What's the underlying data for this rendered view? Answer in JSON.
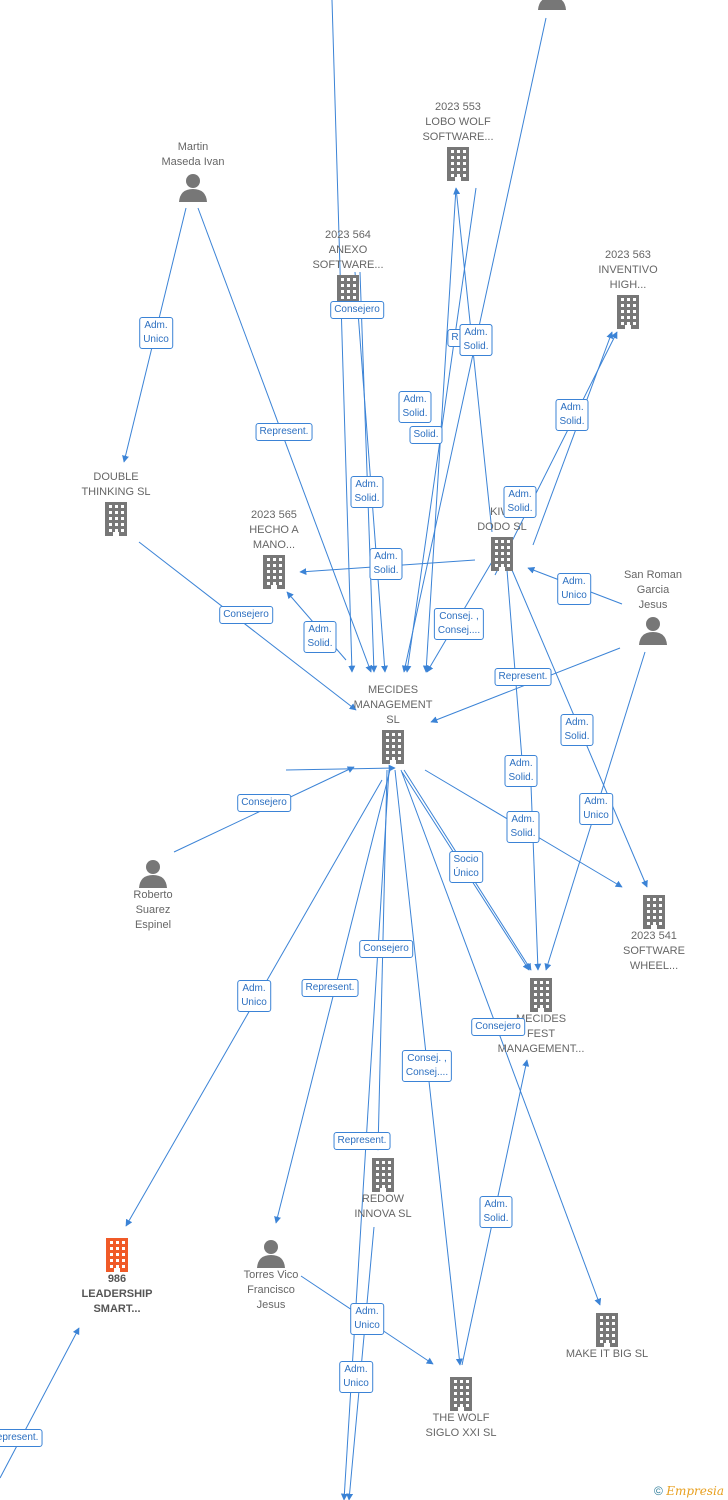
{
  "nodes": [
    {
      "id": "martin",
      "type": "person",
      "label": "Martin\nMaseda Ivan"
    },
    {
      "id": "lobo",
      "type": "company",
      "label": "2023 553\nLOBO WOLF\nSOFTWARE..."
    },
    {
      "id": "anexo",
      "type": "company",
      "label": "2023 564\nANEXO\nSOFTWARE..."
    },
    {
      "id": "inventivo",
      "type": "company",
      "label": "2023 563\nINVENTIVO\nHIGH..."
    },
    {
      "id": "double",
      "type": "company",
      "label": "DOUBLE\nTHINKING SL"
    },
    {
      "id": "hecho",
      "type": "company",
      "label": "2023 565\nHECHO A\nMANO..."
    },
    {
      "id": "kiwi",
      "type": "company",
      "label": "KIWI\nDODO SL"
    },
    {
      "id": "sanroman",
      "type": "person",
      "label": "San Roman\nGarcia\nJesus"
    },
    {
      "id": "mecides",
      "type": "company",
      "label": "MECIDES\nMANAGEMENT\nSL"
    },
    {
      "id": "roberto",
      "type": "person",
      "label": "Roberto\nSuarez\nEspinel"
    },
    {
      "id": "wheel",
      "type": "company",
      "label": "2023 541\nSOFTWARE\nWHEEL..."
    },
    {
      "id": "fest",
      "type": "company",
      "label": "MECIDES\nFEST\nMANAGEMENT..."
    },
    {
      "id": "redow",
      "type": "company",
      "label": "REDOW\nINNOVA SL"
    },
    {
      "id": "leadership",
      "type": "company-highlight",
      "label": "986\nLEADERSHIP\nSMART..."
    },
    {
      "id": "torres",
      "type": "person",
      "label": "Torres Vico\nFrancisco\nJesus"
    },
    {
      "id": "makeit",
      "type": "company",
      "label": "MAKE IT BIG SL"
    },
    {
      "id": "thewolf",
      "type": "company",
      "label": "THE WOLF\nSIGLO XXI SL"
    },
    {
      "id": "topperson",
      "type": "person",
      "label": ""
    }
  ],
  "badges": [
    {
      "text": "Adm.\nUnico"
    },
    {
      "text": "Represent."
    },
    {
      "text": "Consejero"
    },
    {
      "text": "Adm.\nSolid."
    },
    {
      "text": "Adm.\nSolid."
    },
    {
      "text": "Adm.\nSolid."
    },
    {
      "text": "Solid."
    },
    {
      "text": "Adm.\nSolid."
    },
    {
      "text": "Adm.\nSolid."
    },
    {
      "text": "Adm.\nSolid."
    },
    {
      "text": "Adm.\nUnico"
    },
    {
      "text": "Consejero"
    },
    {
      "text": "Adm.\nSolid."
    },
    {
      "text": "Consej. ,\nConsej...."
    },
    {
      "text": "Represent."
    },
    {
      "text": "Adm.\nSolid."
    },
    {
      "text": "Adm.\nSolid."
    },
    {
      "text": "Adm.\nSolid."
    },
    {
      "text": "Adm.\nUnico"
    },
    {
      "text": "Consejero"
    },
    {
      "text": "Socio\nÚnico"
    },
    {
      "text": "Adm.\nUnico"
    },
    {
      "text": "Represent."
    },
    {
      "text": "Consejero"
    },
    {
      "text": "Consejero"
    },
    {
      "text": "Consej. ,\nConsej...."
    },
    {
      "text": "Represent."
    },
    {
      "text": "Adm.\nSolid."
    },
    {
      "text": "Adm.\nUnico"
    },
    {
      "text": "Adm.\nUnico"
    },
    {
      "text": "Represent."
    },
    {
      "text": "R"
    },
    {
      "text": "Adm.\nSolid."
    }
  ],
  "footer": {
    "copyright": "©",
    "brand": "Empresia"
  },
  "colors": {
    "edge": "#3b83d6",
    "company": "#777777",
    "highlight": "#f05a28",
    "person": "#777777"
  }
}
